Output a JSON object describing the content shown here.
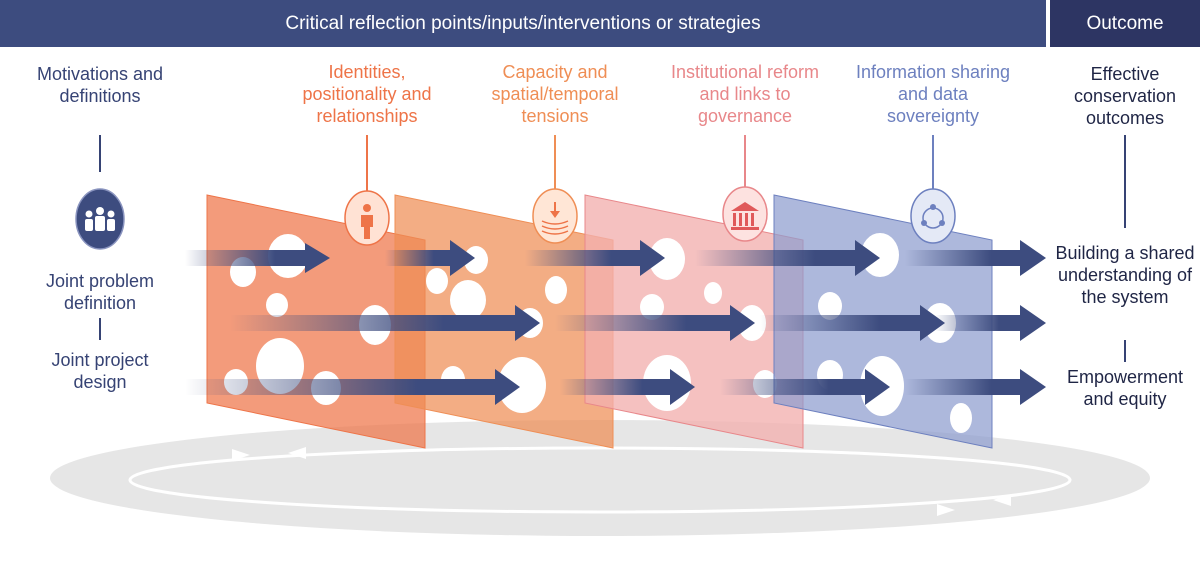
{
  "header": {
    "main_title": "Critical reflection points/inputs/interventions or strategies",
    "outcome_title": "Outcome"
  },
  "left": {
    "motivations": "Motivations and definitions",
    "joint_problem": "Joint problem definition",
    "joint_design": "Joint project design"
  },
  "categories": [
    {
      "label": "Identities, positionality and relationships",
      "color": "#ee7448",
      "icon": "person-icon"
    },
    {
      "label": "Capacity and spatial/temporal tensions",
      "color": "#ef8e55",
      "icon": "compression-icon"
    },
    {
      "label": "Institutional reform and links to governance",
      "color": "#e8878a",
      "icon": "institution-icon"
    },
    {
      "label": "Information sharing and data sovereignty",
      "color": "#6d80bf",
      "icon": "network-icon"
    }
  ],
  "outcome": {
    "effective": "Effective conservation outcomes",
    "shared": "Building a shared understanding of the system",
    "empowerment": "Empowerment and equity"
  },
  "colors": {
    "navy": "#3d4c7f",
    "dark_navy": "#2d3563",
    "loop": "#e6e6e6"
  }
}
